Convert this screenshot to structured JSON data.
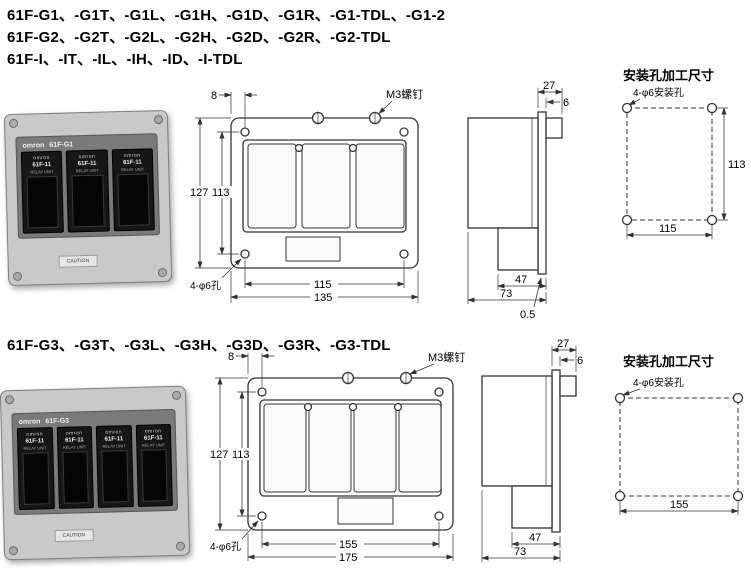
{
  "headings": {
    "s1_line1": "61F-G1、-G1T、-G1L、-G1H、-G1D、-G1R、-G1-TDL、-G1-2",
    "s1_line2": "61F-G2、-G2T、-G2L、-G2H、-G2D、-G2R、-G2-TDL",
    "s1_line3": "61F-I、-IT、-IL、-IH、-ID、-I-TDL",
    "s2_line1": "61F-G3、-G3T、-G3L、-G3H、-G3D、-G3R、-G3-TDL"
  },
  "section1": {
    "photo": {
      "brand": "omron",
      "model": "61F-G1",
      "module_brand": "omron",
      "module_model": "61F-11",
      "module_type": "RELAY UNIT",
      "caution": "CAUTION"
    },
    "front": {
      "dim_8": "8",
      "screw_label": "M3螺钉",
      "dim_height_outer": "127",
      "dim_height_holes": "113",
      "dim_width_holes": "115",
      "dim_width_outer": "135",
      "hole_label": "4-φ6孔"
    },
    "side": {
      "dim_back": "27",
      "dim_plate": "6",
      "dim_lower": "47",
      "dim_total": "73",
      "dim_offset": "0.5"
    },
    "mount": {
      "title": "安装孔加工尺寸",
      "hole_label": "4-φ6安装孔",
      "dim_vertical": "113",
      "dim_horizontal": "115"
    }
  },
  "section2": {
    "photo": {
      "brand": "omron",
      "model": "61F-G3",
      "module_brand": "omron",
      "module_model": "61F-11",
      "module_type": "RELAY UNIT",
      "caution": "CAUTION"
    },
    "front": {
      "dim_8": "8",
      "screw_label": "M3螺钉",
      "dim_height_outer": "127",
      "dim_height_holes": "113",
      "dim_width_holes": "155",
      "dim_width_outer": "175",
      "hole_label": "4-φ6孔"
    },
    "side": {
      "dim_back": "27",
      "dim_plate": "6",
      "dim_lower": "47",
      "dim_total": "73"
    },
    "mount": {
      "title": "安装孔加工尺寸",
      "hole_label": "4-φ6安装孔",
      "dim_horizontal": "155"
    }
  }
}
